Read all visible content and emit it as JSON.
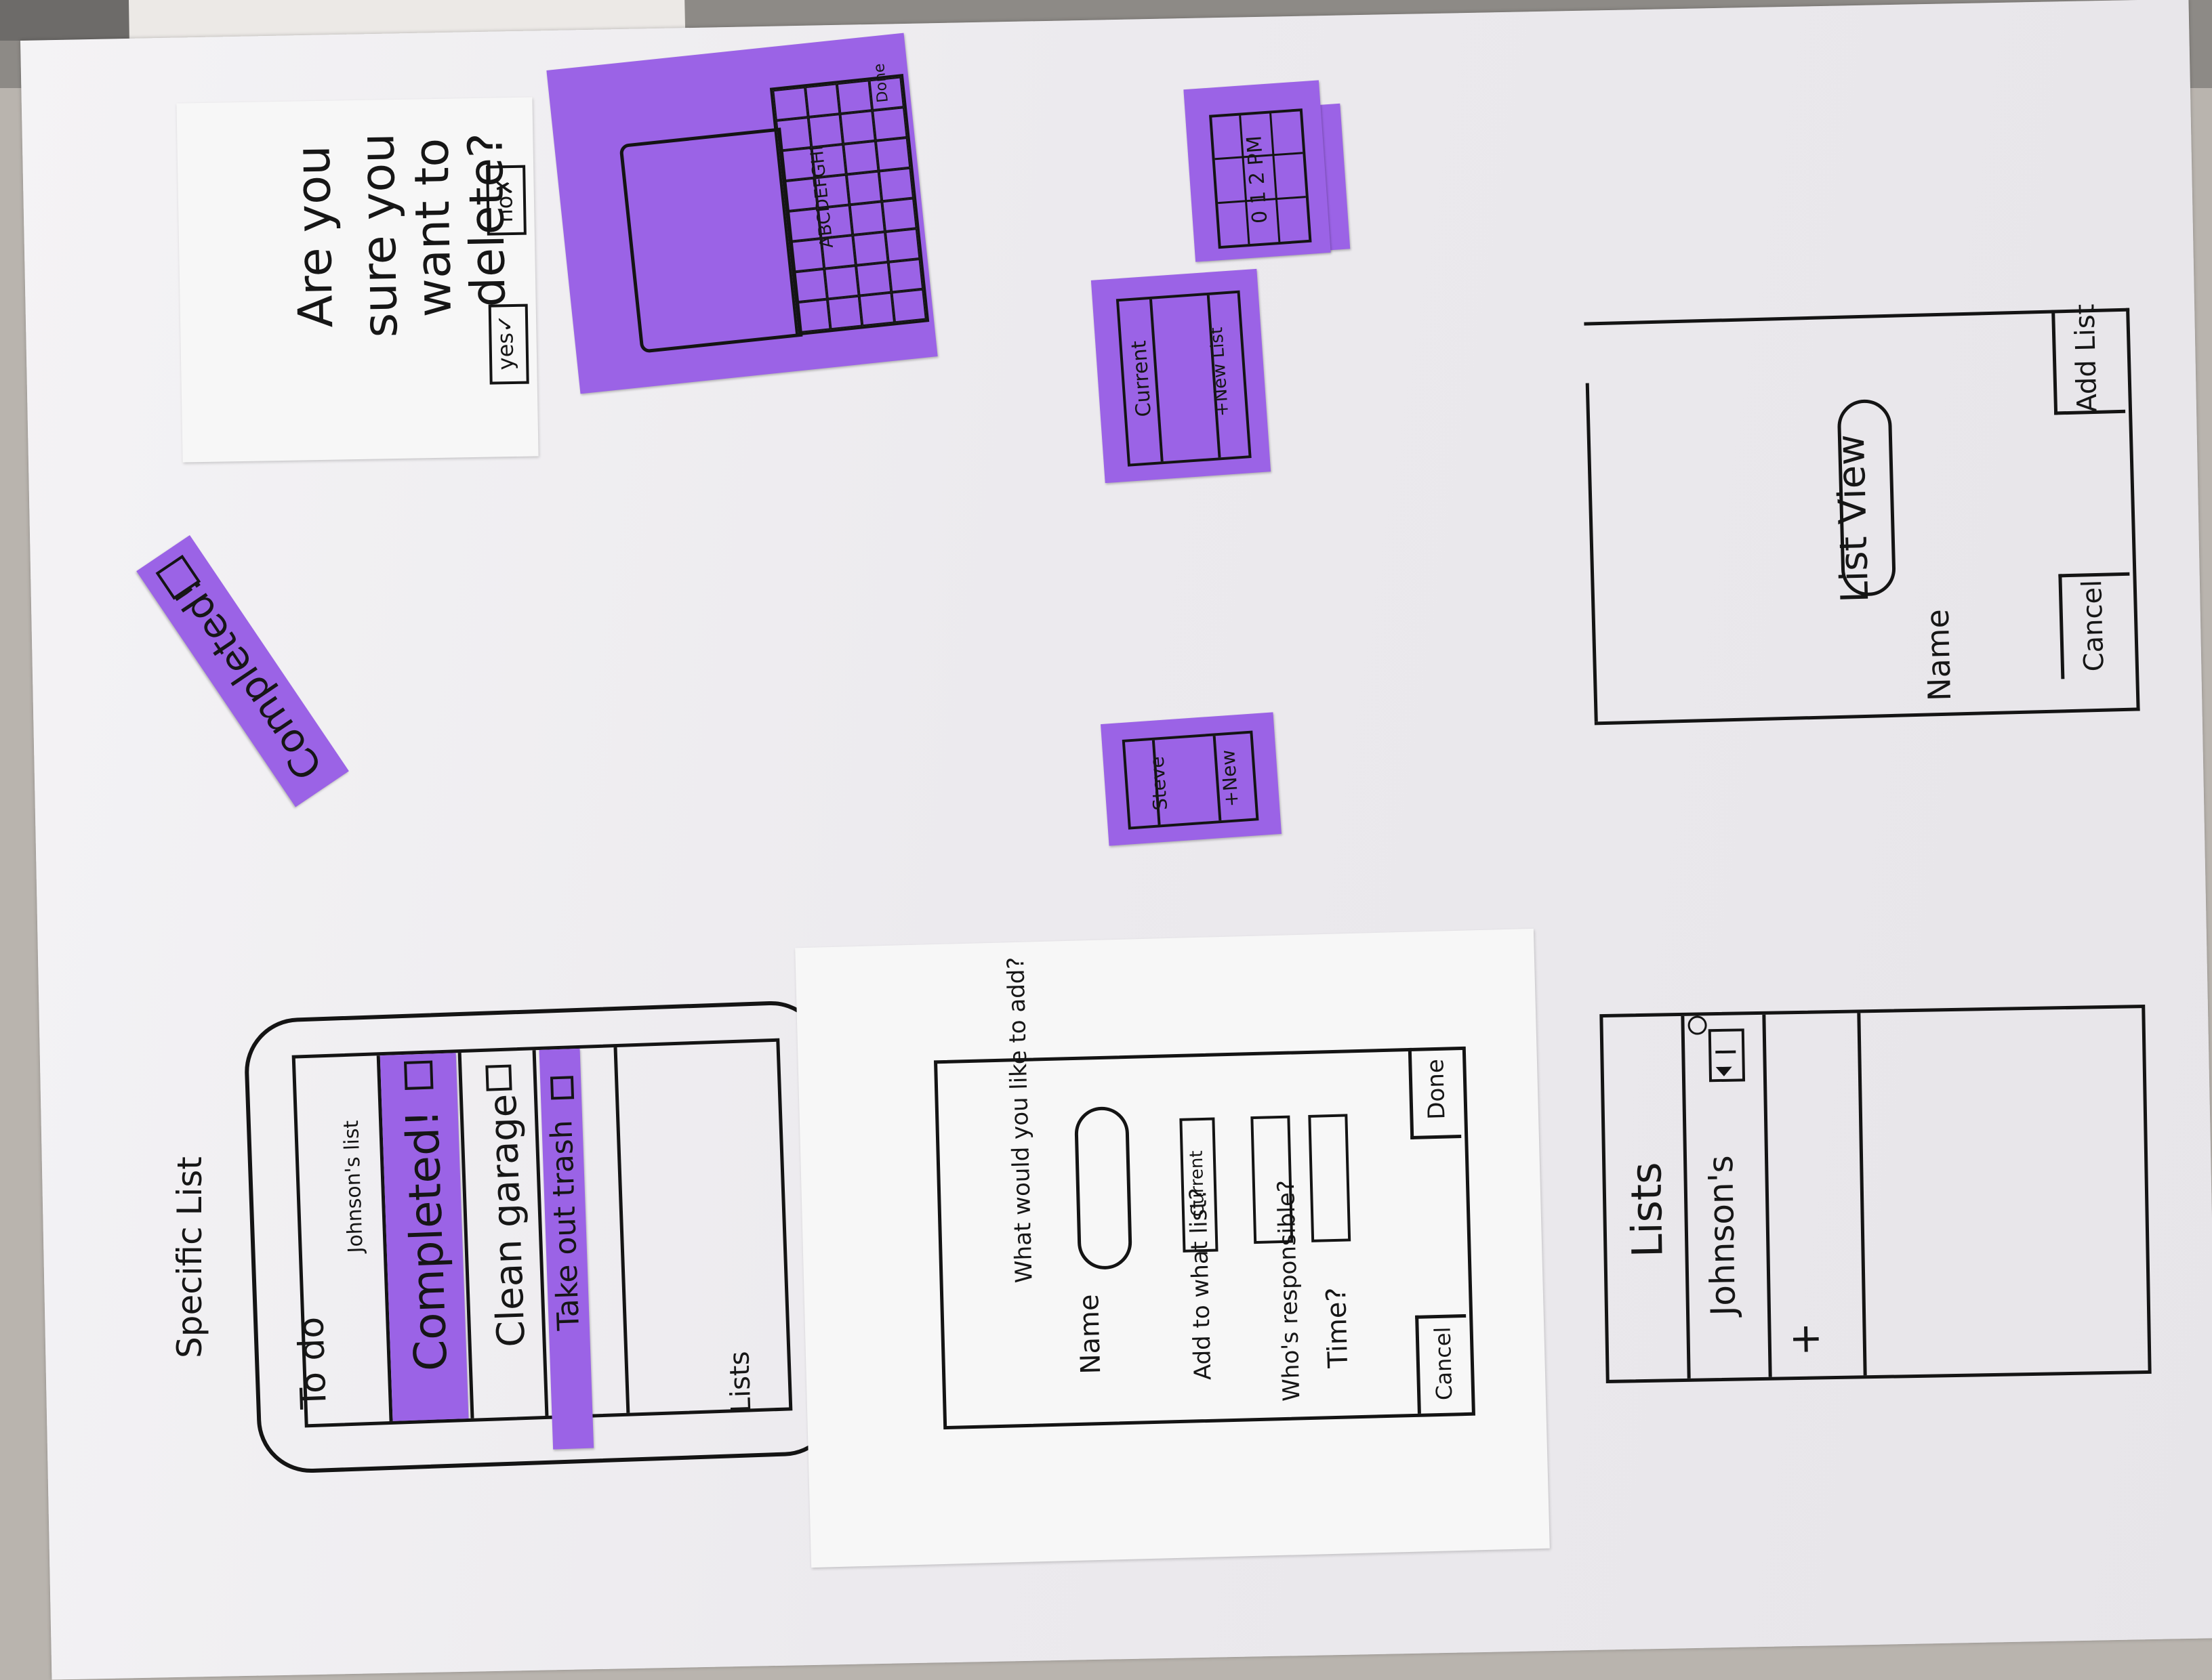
{
  "confirm_dialog": {
    "question_line1": "Are you",
    "question_line2": "sure you",
    "question_line3": "want to",
    "question_line4": "delete?",
    "yes_label": "yes✓",
    "no_label": "no✗"
  },
  "keyboard_note": {
    "keys_label": "ABCDEFGHI",
    "done_label": "Done"
  },
  "time_picker_note": {
    "value_label": "0 1 2 PM"
  },
  "list_dropdown_note": {
    "current_label": "Current",
    "new_list_label": "+New List"
  },
  "person_dropdown_note": {
    "person_label": "Steve",
    "new_label": "+New"
  },
  "completed_strip": {
    "label": "Completed!"
  },
  "list_view": {
    "title": "List View",
    "name_label": "Name",
    "cancel_label": "Cancel",
    "add_list_label": "Add List"
  },
  "specific_list": {
    "caption": "Specific List",
    "header_prefix": "To do",
    "header_owner": "Johnson's list",
    "items": [
      {
        "label": "Completed!"
      },
      {
        "label": "Clean garage"
      },
      {
        "label": "Take out trash"
      }
    ],
    "footer_label": "Lists"
  },
  "add_item_form": {
    "question": "What would you like to add?",
    "name_label": "Name",
    "list_label": "Add to what list?",
    "list_value": "Current",
    "responsible_label": "Who's responsible?",
    "time_label": "Time?",
    "cancel_label": "Cancel",
    "done_label": "Done"
  },
  "lists_screen": {
    "title": "Lists",
    "items": [
      {
        "label": "Johnson's"
      }
    ],
    "add_label": "+"
  }
}
